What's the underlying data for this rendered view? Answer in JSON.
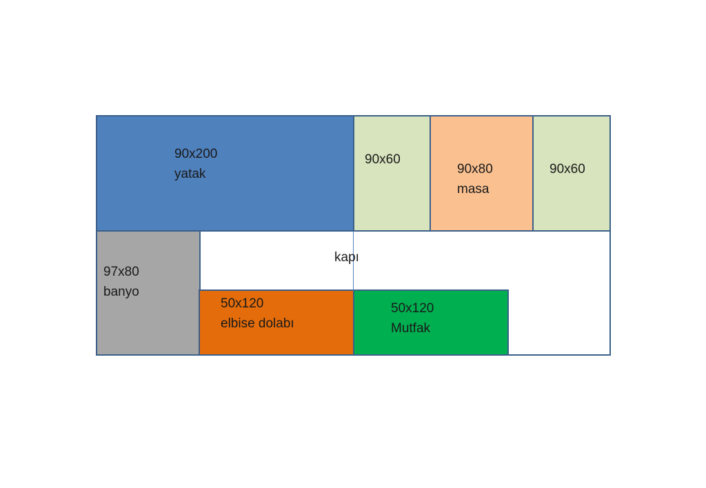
{
  "colors": {
    "outline": "#3b5f8a",
    "yatak": "#4f81bd",
    "light_green": "#d7e4bd",
    "masa": "#fac090",
    "banyo": "#a6a6a6",
    "elbise": "#e46c0a",
    "mutfak": "#00b050",
    "floor": "#ffffff"
  },
  "rooms": {
    "yatak": {
      "size": "90x200",
      "name": "yatak"
    },
    "block_left": {
      "size": "90x60"
    },
    "masa": {
      "size": "90x80",
      "name": "masa"
    },
    "block_right": {
      "size": "90x60"
    },
    "banyo": {
      "size": "97x80",
      "name": "banyo"
    },
    "kapi": {
      "name": "kapı"
    },
    "elbise": {
      "size": "50x120",
      "name": "elbise dolabı"
    },
    "mutfak": {
      "size": "50x120",
      "name": "Mutfak"
    }
  }
}
